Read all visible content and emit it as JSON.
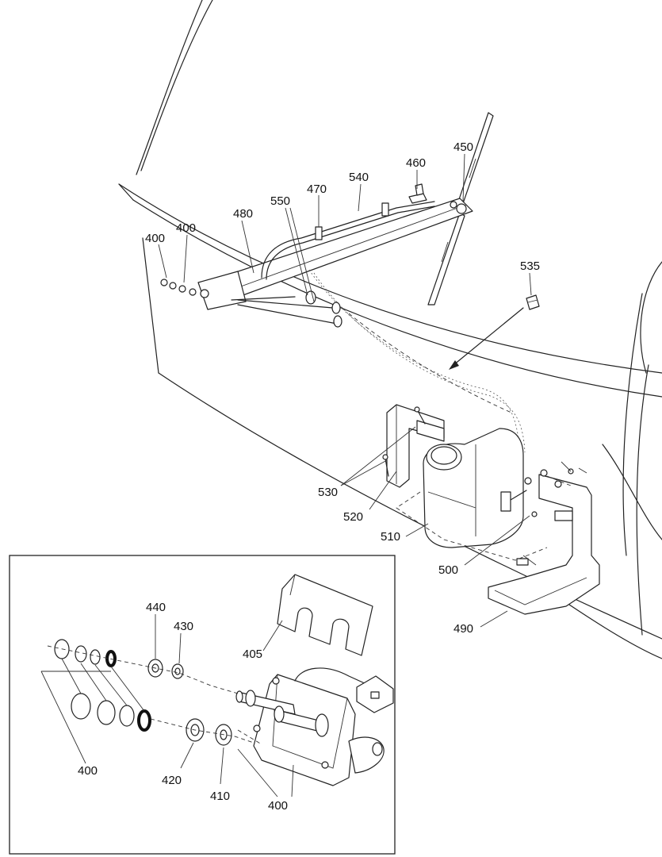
{
  "labels": {
    "l450": "450",
    "l460": "460",
    "l540": "540",
    "l470": "470",
    "l550": "550",
    "l480": "480",
    "l400a": "400",
    "l400b": "400",
    "l535": "535",
    "l530": "530",
    "l520": "520",
    "l510": "510",
    "l500": "500",
    "l490": "490",
    "l440": "440",
    "l430": "430",
    "l405": "405",
    "l400c": "400",
    "l420": "420",
    "l410": "410",
    "l400d": "400"
  }
}
